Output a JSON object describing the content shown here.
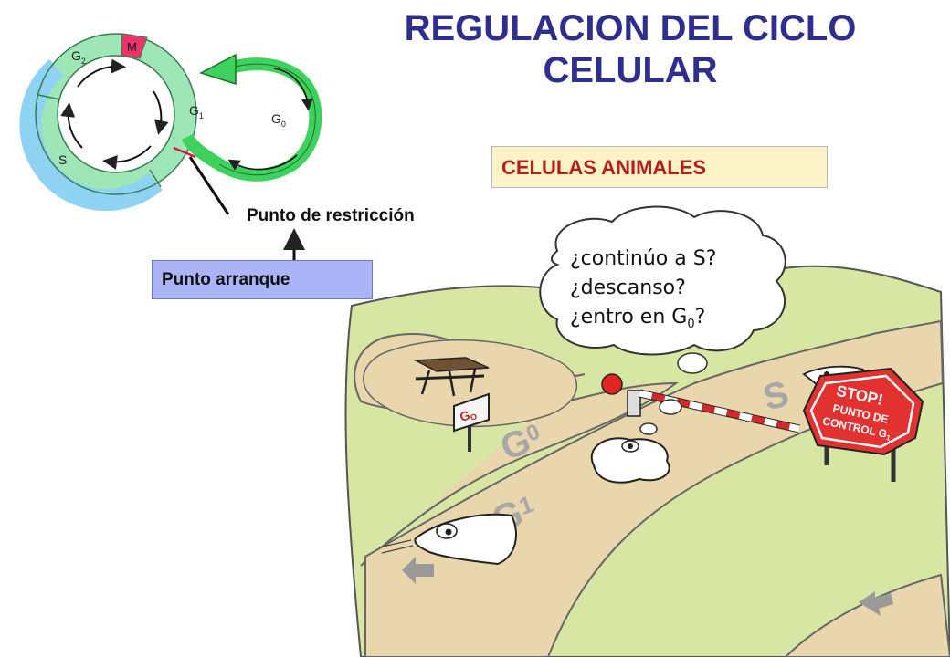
{
  "title": {
    "line1": "REGULACION DEL CICLO",
    "line2": "CELULAR"
  },
  "cycle_diagram": {
    "phase_m": "M",
    "phase_g2": "G",
    "phase_g2_sub": "2",
    "phase_g1": "G",
    "phase_g1_sub": "1",
    "phase_s": "S",
    "phase_g0": "G",
    "phase_g0_sub": "0",
    "colors": {
      "g1_g2_band": "#9fe6b7",
      "s_band": "#8fd3f2",
      "m_block": "#e9346a",
      "g0_loop": "#3ed15d",
      "restriction_mark": "#d61a3b"
    }
  },
  "labels": {
    "restriction_point": "Punto de restricción",
    "start_point": "Punto arranque",
    "animal_cells": "CELULAS ANIMALES"
  },
  "cartoon": {
    "thought_line1": "¿continúo a S?",
    "thought_line2": "¿descanso?",
    "thought_line3_prefix": "¿entro en G",
    "thought_line3_sub": "0",
    "thought_line3_suffix": "?",
    "sign_g0": "G",
    "sign_g0_sub": "O",
    "road_g0": "G",
    "road_g0_sub": "0",
    "road_g1": "G",
    "road_g1_sub": "1",
    "road_s": "S",
    "stop_line1": "STOP!",
    "stop_line2": "PUNTO DE",
    "stop_line3": "CONTROL G",
    "stop_line3_sub": "1"
  }
}
